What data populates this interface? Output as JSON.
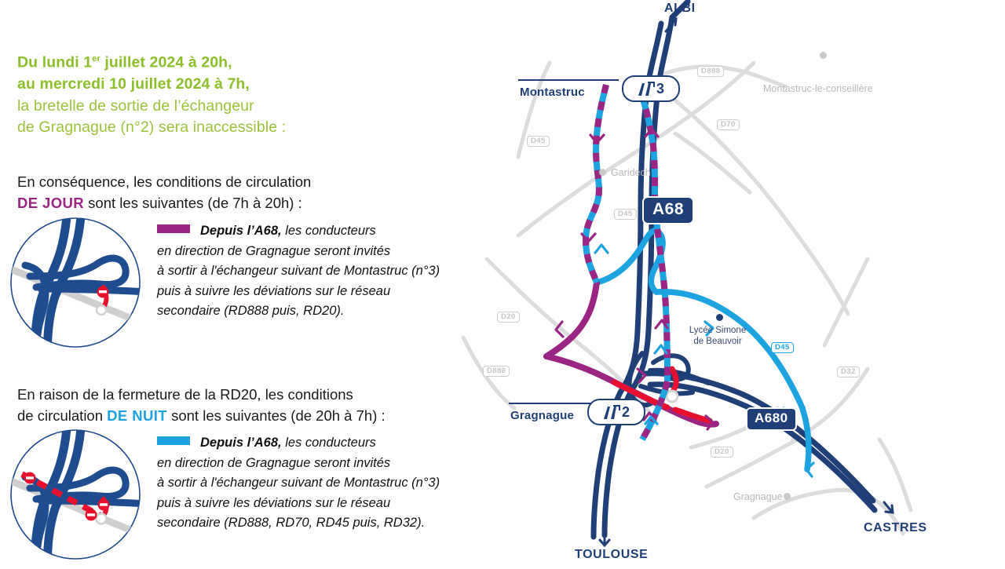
{
  "headline": {
    "line1": "Du lundi 1",
    "line1_sup": "er",
    "line1_rest": " juillet 2024 à 20h,",
    "line2": "au mercredi 10 juillet 2024 à 7h,",
    "line3": "la bretelle de sortie de l’échangeur",
    "line4": "de Gragnague (n°2) sera inaccessible :"
  },
  "day_section": {
    "intro_line1": "En conséquence, les conditions de circulation",
    "tag": "DE JOUR",
    "intro_line2_rest": " sont les suivantes (de 7h à 20h) :",
    "legend_strong": "Depuis l’A68,",
    "legend_rest": " les conducteurs",
    "legend_line2": "en direction de Gragnague seront invités",
    "legend_line3": "à sortir à l'échangeur suivant de Montastruc (n°3)",
    "legend_line4": "puis à suivre les déviations sur le réseau",
    "legend_line5": "secondaire (RD888 puis, RD20)."
  },
  "night_section": {
    "intro_line1": "En raison de la fermeture de la RD20, les conditions",
    "intro_line2_pre": "de circulation ",
    "tag": "DE NUIT",
    "intro_line2_rest": " sont les suivantes (de 20h à 7h) :",
    "legend_strong": "Depuis l’A68,",
    "legend_rest": " les conducteurs",
    "legend_line2": "en direction de Gragnague seront invités",
    "legend_line3": "à sortir à l'échangeur suivant de Montastruc (n°3)",
    "legend_line4": "puis à suivre les déviations sur le réseau",
    "legend_line5": "secondaire (RD888, RD70, RD45 puis, RD32)."
  },
  "map": {
    "directions": {
      "albi": "ALBI",
      "toulouse": "TOULOUSE",
      "castres": "CASTRES"
    },
    "motorways": {
      "a68": "A68",
      "a680": "A680"
    },
    "exits": [
      {
        "name": "Montastruc",
        "number": "3"
      },
      {
        "name": "Gragnague",
        "number": "2"
      }
    ],
    "towns": [
      {
        "label": "Montastruc-le-conseillère"
      },
      {
        "label": "Garidech"
      },
      {
        "label": "Gragnague"
      }
    ],
    "poi": {
      "line1": "Lycée Simone",
      "line2": "de Beauvoir"
    },
    "road_labels": [
      "D888",
      "D70",
      "D45",
      "D45",
      "D45",
      "D20",
      "D888",
      "D20",
      "D32"
    ]
  },
  "colors": {
    "green_bold": "#8CBF2A",
    "green_light": "#9CC13B",
    "purple": "#9B2583",
    "light_blue": "#1CA3E0",
    "navy": "#1F3F77",
    "red": "#E8112D",
    "grey_road": "#D9D9D9"
  }
}
